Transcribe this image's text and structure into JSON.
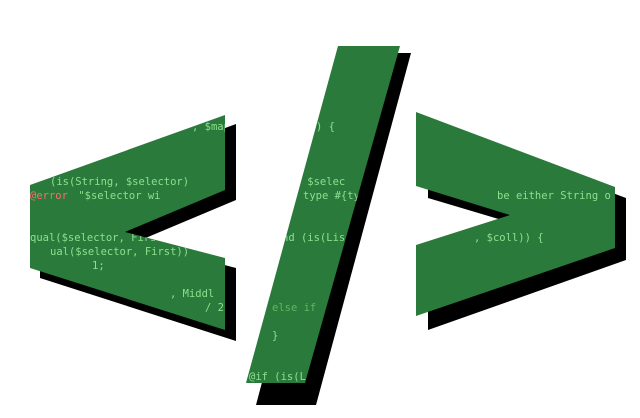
{
  "logo": {
    "kind": "code-brackets-logo",
    "glyph": "</>",
    "colors": {
      "fill": "#2a7a3b",
      "shadow": "#000000",
      "code_text": "#8ee08e",
      "code_text_dim": "#5fb85f",
      "error_keyword": "#ff6b6b",
      "background": "#ffffff"
    },
    "code_fragments": {
      "l1_a": ", $map",
      "l1_b": ") {",
      "l2_a": "(is(String, $selector)",
      "l2_b": "er, $selec",
      "l3_err": "@error",
      "l3_a": " \"$selector wi",
      "l3_b": "type #{ty",
      "l3_c": "be either String o",
      "l4_a": "qual($selector, First)",
      "l4_b": "nd (is(Lis",
      "l4_c": ", $coll)) {",
      "l5_a": "ual($selector, First))",
      "l6_a": "1;",
      "l7_a": ", Middl",
      "l8_a": "/ 2",
      "l8_b": "else if",
      "l9_a": "}",
      "l10_a": "@if (is(L"
    }
  }
}
